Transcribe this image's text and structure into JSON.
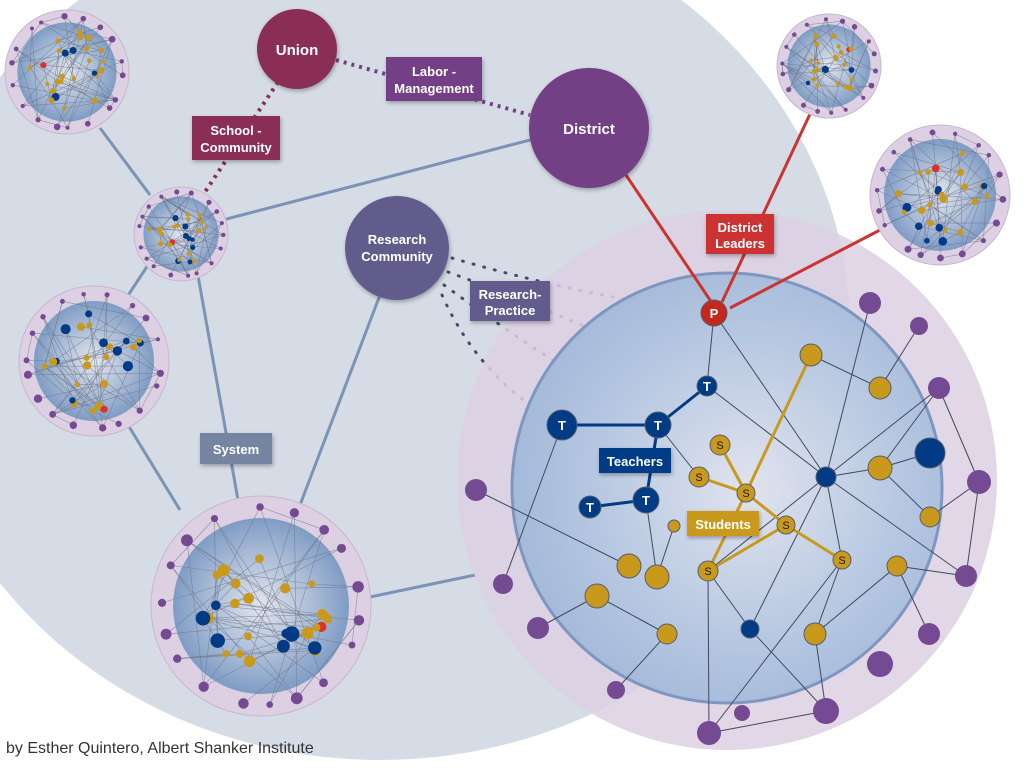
{
  "colors": {
    "background_arc": "#d5dce6",
    "system_line": "#7b93b4",
    "union": "#8b2f56",
    "district": "#733f85",
    "research": "#625b8d",
    "system_label": "#7584a0",
    "district_leaders": "#cc3333",
    "principal": "#c4281c",
    "teacher": "#013a85",
    "student": "#c9991c",
    "parent": "#744a93",
    "school_inner": "#8fa8cc",
    "school_outer": "#dcd0e2"
  },
  "hubs": {
    "union": "Union",
    "district": "District",
    "research_community_line1": "Research",
    "research_community_line2": "Community"
  },
  "labels": {
    "labor_management_line1": "Labor -",
    "labor_management_line2": "Management",
    "school_community_line1": "School -",
    "school_community_line2": "Community",
    "research_practice_line1": "Research-",
    "research_practice_line2": "Practice",
    "system": "System",
    "district_leaders_line1": "District",
    "district_leaders_line2": "Leaders",
    "teachers": "Teachers",
    "students": "Students"
  },
  "node_letters": {
    "principal": "P",
    "teacher": "T",
    "student": "S"
  },
  "credit": "by Esther Quintero, Albert Shanker Institute"
}
